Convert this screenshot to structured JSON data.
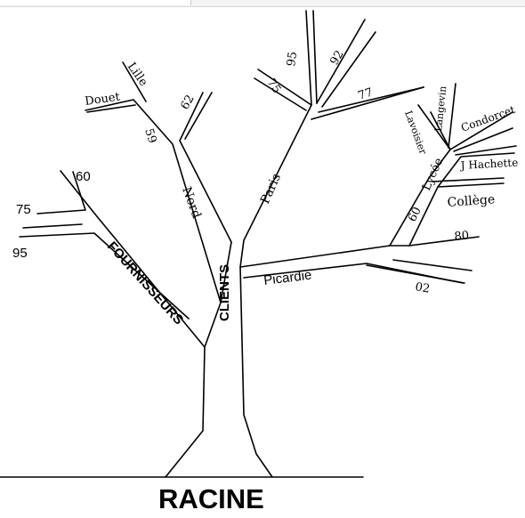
{
  "tree": {
    "root": "RACINE",
    "trunk": "CLIENTS",
    "left_branch": {
      "label": "FOURNISSEURS",
      "twigs": [
        "60",
        "75",
        "95"
      ]
    },
    "nord_branch": {
      "label": "Nord",
      "sub_label": "59",
      "sub_twigs": [
        "Lille",
        "Douet"
      ],
      "twig": "62"
    },
    "paris_branch": {
      "label": "Paris",
      "twigs": [
        "75",
        "95",
        "92",
        "77"
      ]
    },
    "picardie_branch": {
      "label": "Picardie",
      "twig": "02",
      "sub_label": "60",
      "sub_twig": "80",
      "lycee": {
        "label": "Lycée",
        "twigs": [
          "Lavoisier",
          "Langevin",
          "Condorcet",
          "J Hachette"
        ]
      },
      "college": "Collège"
    }
  }
}
